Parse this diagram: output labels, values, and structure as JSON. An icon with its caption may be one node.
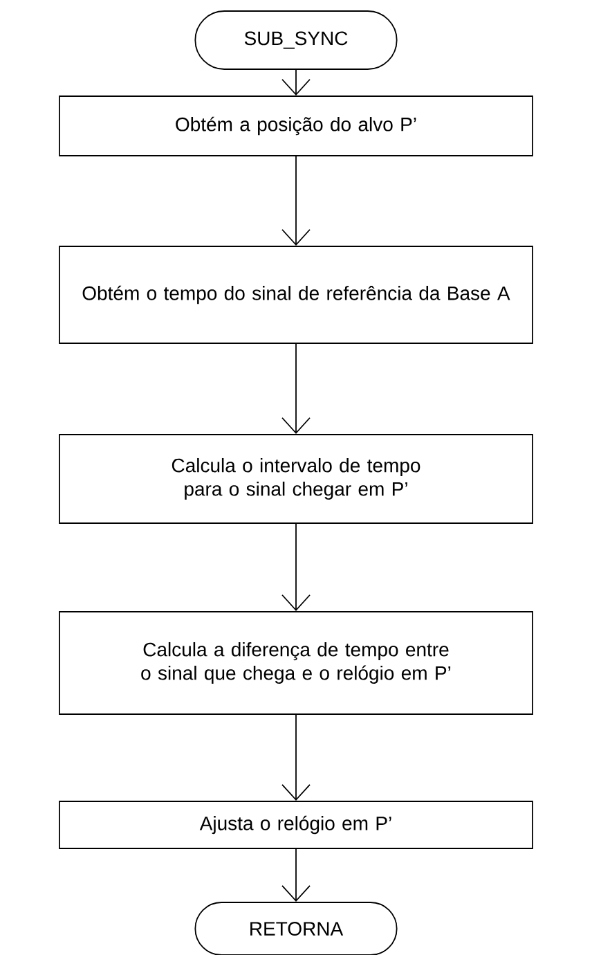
{
  "diagram": {
    "nodes": [
      {
        "text": [
          "SUB_SYNC"
        ]
      },
      {
        "text": [
          "Obtém a posição do alvo P’"
        ]
      },
      {
        "text": [
          "Obtém o tempo do sinal de referência da Base A"
        ]
      },
      {
        "text": [
          "Calcula o intervalo de tempo para o sinal chegar em P’"
        ]
      },
      {
        "text": [
          "Calcula a diferença de tempo entre o sinal que chega e o relógio em P’"
        ]
      },
      {
        "text": [
          "Ajusta o relógio em P’"
        ]
      },
      {
        "text": [
          "RETORNA"
        ]
      }
    ],
    "edges": [
      {
        "from": 0,
        "to": 1,
        "arrow": "to"
      },
      {
        "from": 1,
        "to": 2,
        "arrow": "to"
      },
      {
        "from": 2,
        "to": 3,
        "arrow": "to"
      },
      {
        "from": 3,
        "to": 4,
        "arrow": "to"
      },
      {
        "from": 4,
        "to": 5,
        "arrow": "to"
      },
      {
        "from": 5,
        "to": 6,
        "arrow": "to"
      }
    ]
  }
}
